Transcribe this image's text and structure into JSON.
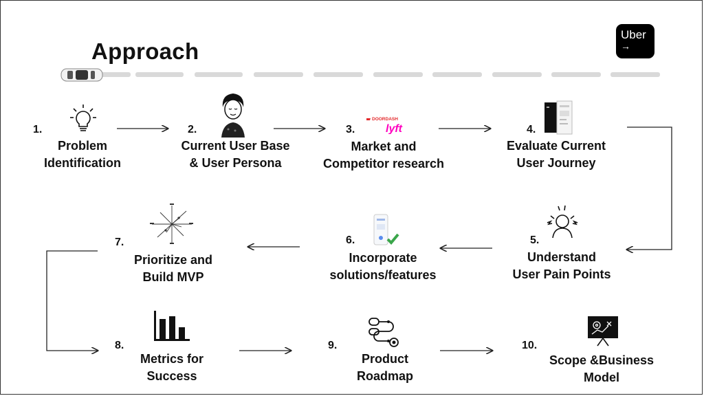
{
  "title": "Approach",
  "logo": {
    "text": "Uber",
    "arrow": "→"
  },
  "steps": [
    {
      "num": "1.",
      "line1": "Problem",
      "line2": "Identification",
      "icon": "light-bulb-icon"
    },
    {
      "num": "2.",
      "line1": "Current User Base",
      "line2": "& User Persona",
      "icon": "user-persona-icon"
    },
    {
      "num": "3.",
      "line1": "Market and",
      "line2": "Competitor research",
      "icon": "competitor-logos-icon",
      "logo_a": "DOORDASH",
      "logo_b": "lyft"
    },
    {
      "num": "4.",
      "line1": "Evaluate Current",
      "line2": "User Journey",
      "icon": "app-screens-icon"
    },
    {
      "num": "5.",
      "line1": "Understand",
      "line2": "User Pain Points",
      "icon": "frustrated-user-icon"
    },
    {
      "num": "6.",
      "line1": "Incorporate",
      "line2": "solutions/features",
      "icon": "phone-check-icon"
    },
    {
      "num": "7.",
      "line1": "Prioritize and",
      "line2": "Build MVP",
      "icon": "prioritization-matrix-icon"
    },
    {
      "num": "8.",
      "line1": "Metrics for",
      "line2": "Success",
      "icon": "bar-chart-icon"
    },
    {
      "num": "9.",
      "line1": "Product",
      "line2": "Roadmap",
      "icon": "roadmap-icon"
    },
    {
      "num": "10.",
      "line1": "Scope &Business",
      "line2": "Model",
      "icon": "presentation-board-icon"
    }
  ]
}
